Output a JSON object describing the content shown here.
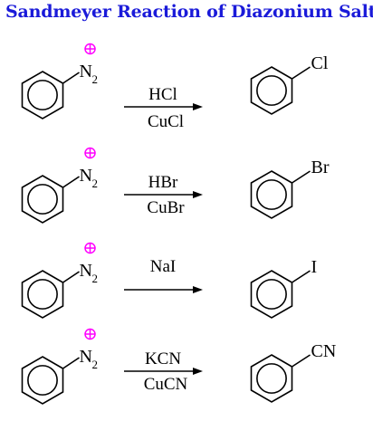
{
  "title": "Sandmeyer Reaction of Diazonium Salts",
  "reactant": {
    "label": "N",
    "subscript": "2",
    "charge": "+"
  },
  "reactions": [
    {
      "reagent_top": "HCl",
      "reagent_bottom": "CuCl",
      "product": "Cl"
    },
    {
      "reagent_top": "HBr",
      "reagent_bottom": "CuBr",
      "product": "Br"
    },
    {
      "reagent_top": "NaI",
      "reagent_bottom": "",
      "product": "I"
    },
    {
      "reagent_top": "KCN",
      "reagent_bottom": "CuCN",
      "product": "CN"
    }
  ],
  "colors": {
    "title": "#1a1ad9",
    "charge": "#ff00ff",
    "lines": "#000000"
  }
}
